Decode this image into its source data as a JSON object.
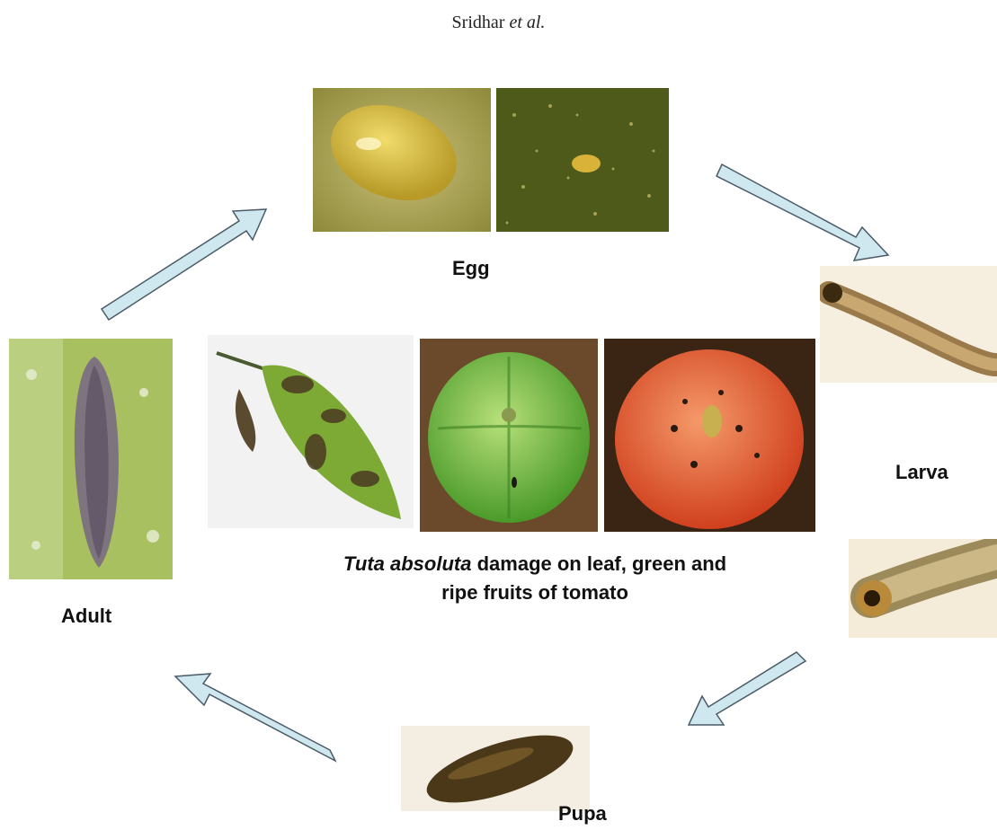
{
  "header": {
    "author": "Sridhar",
    "etal": "et al."
  },
  "stages": {
    "egg": "Egg",
    "larva": "Larva",
    "pupa": "Pupa",
    "adult": "Adult"
  },
  "caption": {
    "species": "Tuta absoluta",
    "line1_rest": " damage on leaf, green and",
    "line2": "ripe fruits of tomato"
  },
  "colors": {
    "arrow_fill": "#cfe8f0",
    "arrow_stroke": "#4a5a66",
    "leaf_green": "#8fbf3a",
    "tomato_green": "#5cae3a",
    "tomato_red": "#e0502c",
    "larva": "#b89060",
    "pupa": "#4a3818"
  },
  "icons": [
    "cycle-arrow-icon"
  ]
}
